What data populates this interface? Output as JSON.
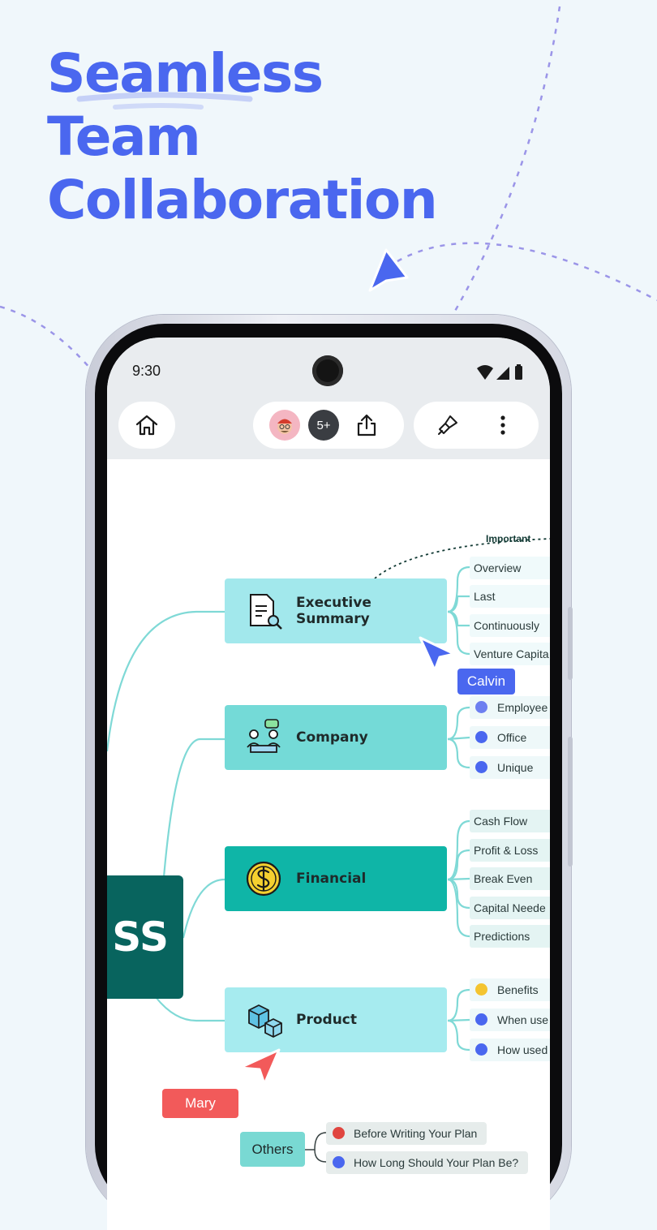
{
  "headline": {
    "line1": "Seamless",
    "line2": "Team",
    "line3": "Collaboration"
  },
  "status_bar": {
    "time": "9:30"
  },
  "toolbar": {
    "home_icon": "home-icon",
    "collaborator_count": "5+",
    "share_icon": "share-icon",
    "style_icon": "brush-icon",
    "more_icon": "more-vertical-icon"
  },
  "mindmap": {
    "central_label": "SS",
    "nodes": [
      {
        "label": "Executive Summary",
        "icon": "document-search-icon",
        "color": "#a2e8ec",
        "leaves": [
          "Overview",
          "Last",
          "Continuously",
          "Venture Capita"
        ]
      },
      {
        "label": "Company",
        "icon": "meeting-icon",
        "color": "#74dad7",
        "leaves": [
          "Employee",
          "Office",
          "Unique"
        ]
      },
      {
        "label": "Financial",
        "icon": "dollar-coin-icon",
        "color": "#0fb5a7",
        "leaves": [
          "Cash Flow",
          "Profit & Loss",
          "Break Even",
          "Capital Neede",
          "Predictions"
        ]
      },
      {
        "label": "Product",
        "icon": "boxes-icon",
        "color": "#a6ebef",
        "leaves": [
          "Benefits",
          "When use",
          "How used"
        ]
      }
    ],
    "annotation": "Important",
    "others": {
      "label": "Others",
      "items": [
        "Before Writing Your Plan",
        "How Long Should Your Plan Be?"
      ]
    }
  },
  "collaborators": {
    "calvin": {
      "name": "Calvin",
      "color": "#4a67ef"
    },
    "mary": {
      "name": "Mary",
      "color": "#f25a5a"
    }
  },
  "colors": {
    "accent": "#4a67ef",
    "central": "#08645e",
    "connector": "#7fd9d6"
  }
}
